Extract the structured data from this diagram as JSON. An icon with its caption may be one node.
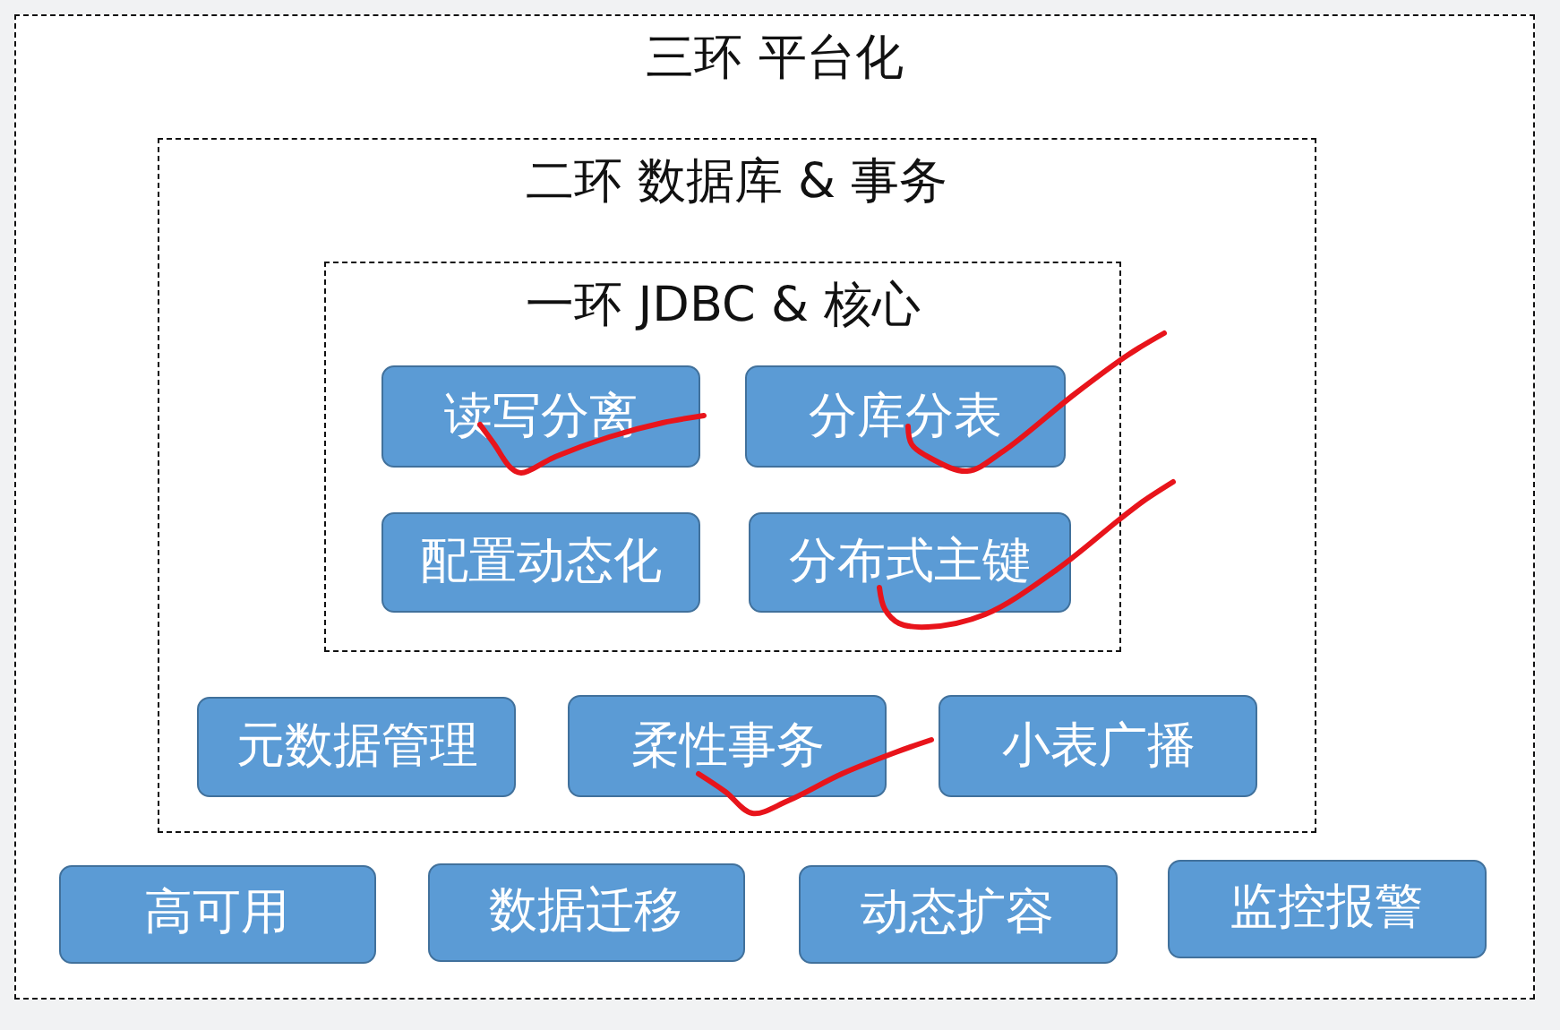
{
  "diagram": {
    "nodes": [
      {
        "text": [
          "三环 平台化"
        ]
      },
      {
        "text": [
          "二环 数据库 & 事务"
        ],
        "in": 0
      },
      {
        "text": [
          "一环 JDBC & 核心"
        ],
        "in": 1
      },
      {
        "text": [
          "读写分离"
        ],
        "in": 2
      },
      {
        "text": [
          "分库分表"
        ],
        "in": 2
      },
      {
        "text": [
          "配置动态化"
        ],
        "in": 2
      },
      {
        "text": [
          "分布式主键"
        ],
        "in": 2
      },
      {
        "text": [
          "元数据管理"
        ],
        "in": 1
      },
      {
        "text": [
          "柔性事务"
        ],
        "in": 1
      },
      {
        "text": [
          "小表广播"
        ],
        "in": 1
      },
      {
        "text": [
          "高可用"
        ],
        "in": 0
      },
      {
        "text": [
          "数据迁移"
        ],
        "in": 0
      },
      {
        "text": [
          "动态扩容"
        ],
        "in": 0
      },
      {
        "text": [
          "监控报警"
        ],
        "in": 0
      }
    ]
  }
}
